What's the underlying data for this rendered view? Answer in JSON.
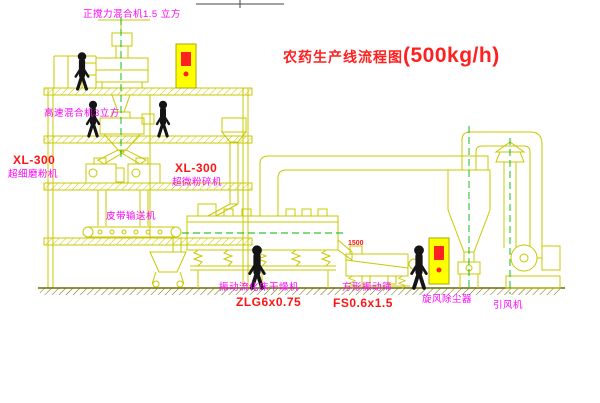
{
  "title": {
    "name_zh": "农药生产线流程图",
    "capacity": "(500kg/h)"
  },
  "labels": {
    "top_mixer": "正搅力混合机1.5 立方",
    "high_speed_mixer": "高速混合机3立方",
    "mill_left": {
      "model": "XL-300",
      "name": "超细磨粉机"
    },
    "mill_mid": {
      "model": "XL-300",
      "name": "超微粉碎机"
    },
    "belt_conveyor": "皮带输送机",
    "dryer": {
      "name": "振动流化床干燥机",
      "model": "ZLG6x0.75"
    },
    "screen": {
      "name": "方形振动筛",
      "model": "FS0.6x1.5",
      "dim": "1500"
    },
    "cyclone": "旋风除尘器",
    "fan": "引风机"
  },
  "colors": {
    "background": "#ffffff",
    "line_yellow": "#c8c800",
    "centerline_green": "#00b400",
    "label_magenta": "#ff00ff",
    "label_red": "#ff1414",
    "cabinet_yellow": "#ffff00",
    "figure_black": "#151515"
  }
}
